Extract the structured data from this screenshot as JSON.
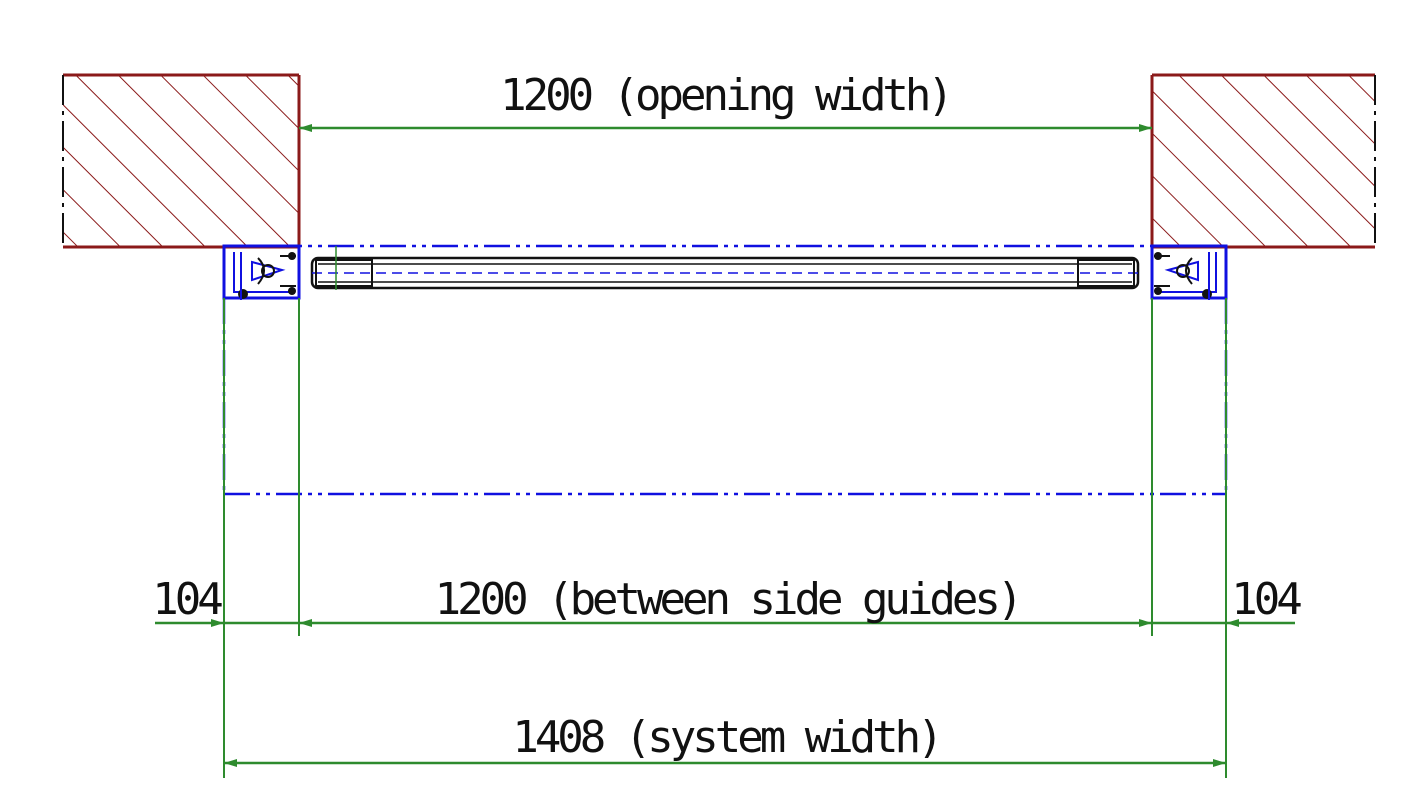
{
  "drawing": {
    "colors": {
      "wall_hatch": "#8b1a1a",
      "dimension": "#2e8b2e",
      "guide": "#1010e0",
      "profile": "#111111"
    },
    "dimensions": {
      "opening_width": "1200 (opening width)",
      "between_side_guides": "1200 (between side guides)",
      "system_width": "1408 (system width)",
      "left_guide": "104",
      "right_guide": "104"
    }
  }
}
